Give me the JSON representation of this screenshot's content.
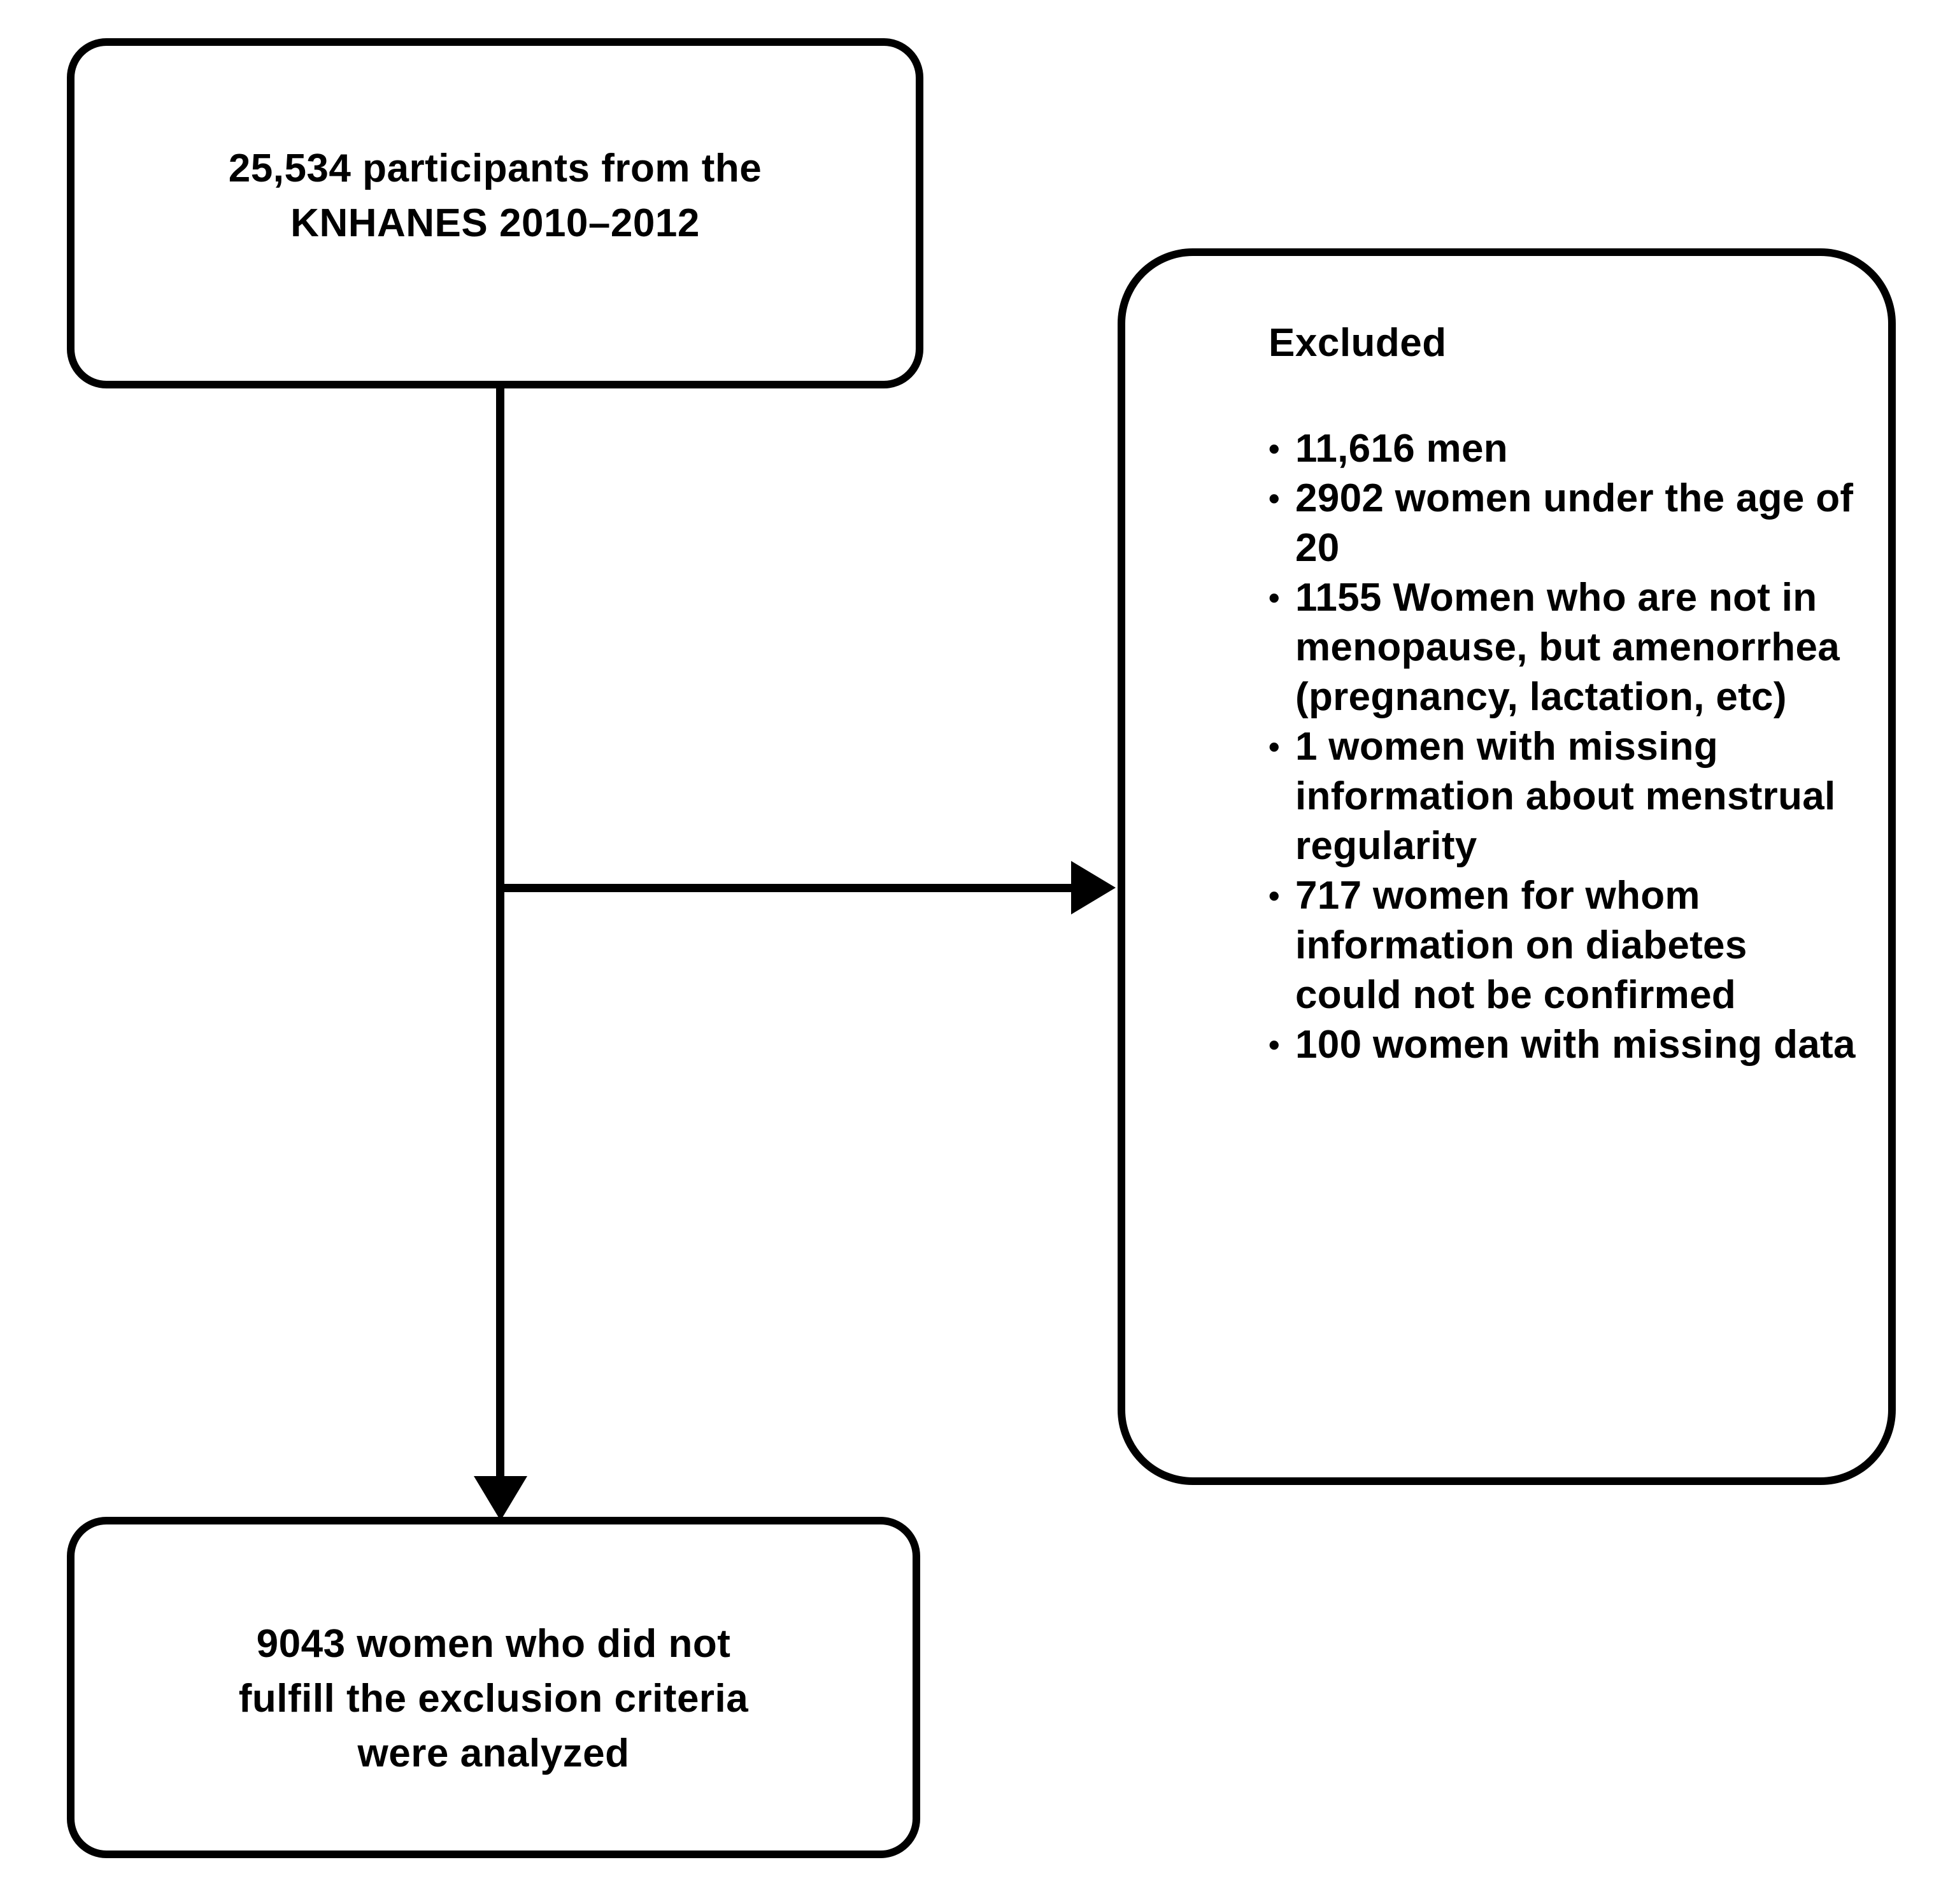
{
  "figure": {
    "type": "participant-flow-diagram",
    "boxes": {
      "source": {
        "text": "25,534 participants  from the\nKNHANES  2010–2012"
      },
      "excluded": {
        "heading": "Excluded",
        "bullet_glyph": "•",
        "items": [
          "11,616 men",
          "2902 women  under the age of 20",
          "1155 Women  who  are not in menopause,  but amenorrhea  (pregnancy, lactation, etc)",
          "1 women  with  missing information  about menstrual  regularity",
          "717 women  for whom information  on diabetes could  not be confirmed",
          "100 women  with missing data"
        ]
      },
      "analyzed": {
        "text": "9043 women  who  did not\nfulfill the  exclusion  criteria\nwere  analyzed"
      }
    },
    "connectors": {
      "source_to_analyzed": "vertical-arrow-down",
      "source_to_excluded": "horizontal-arrow-right"
    },
    "colors": {
      "stroke": "#000000",
      "fill": "#ffffff",
      "text": "#000000"
    }
  }
}
